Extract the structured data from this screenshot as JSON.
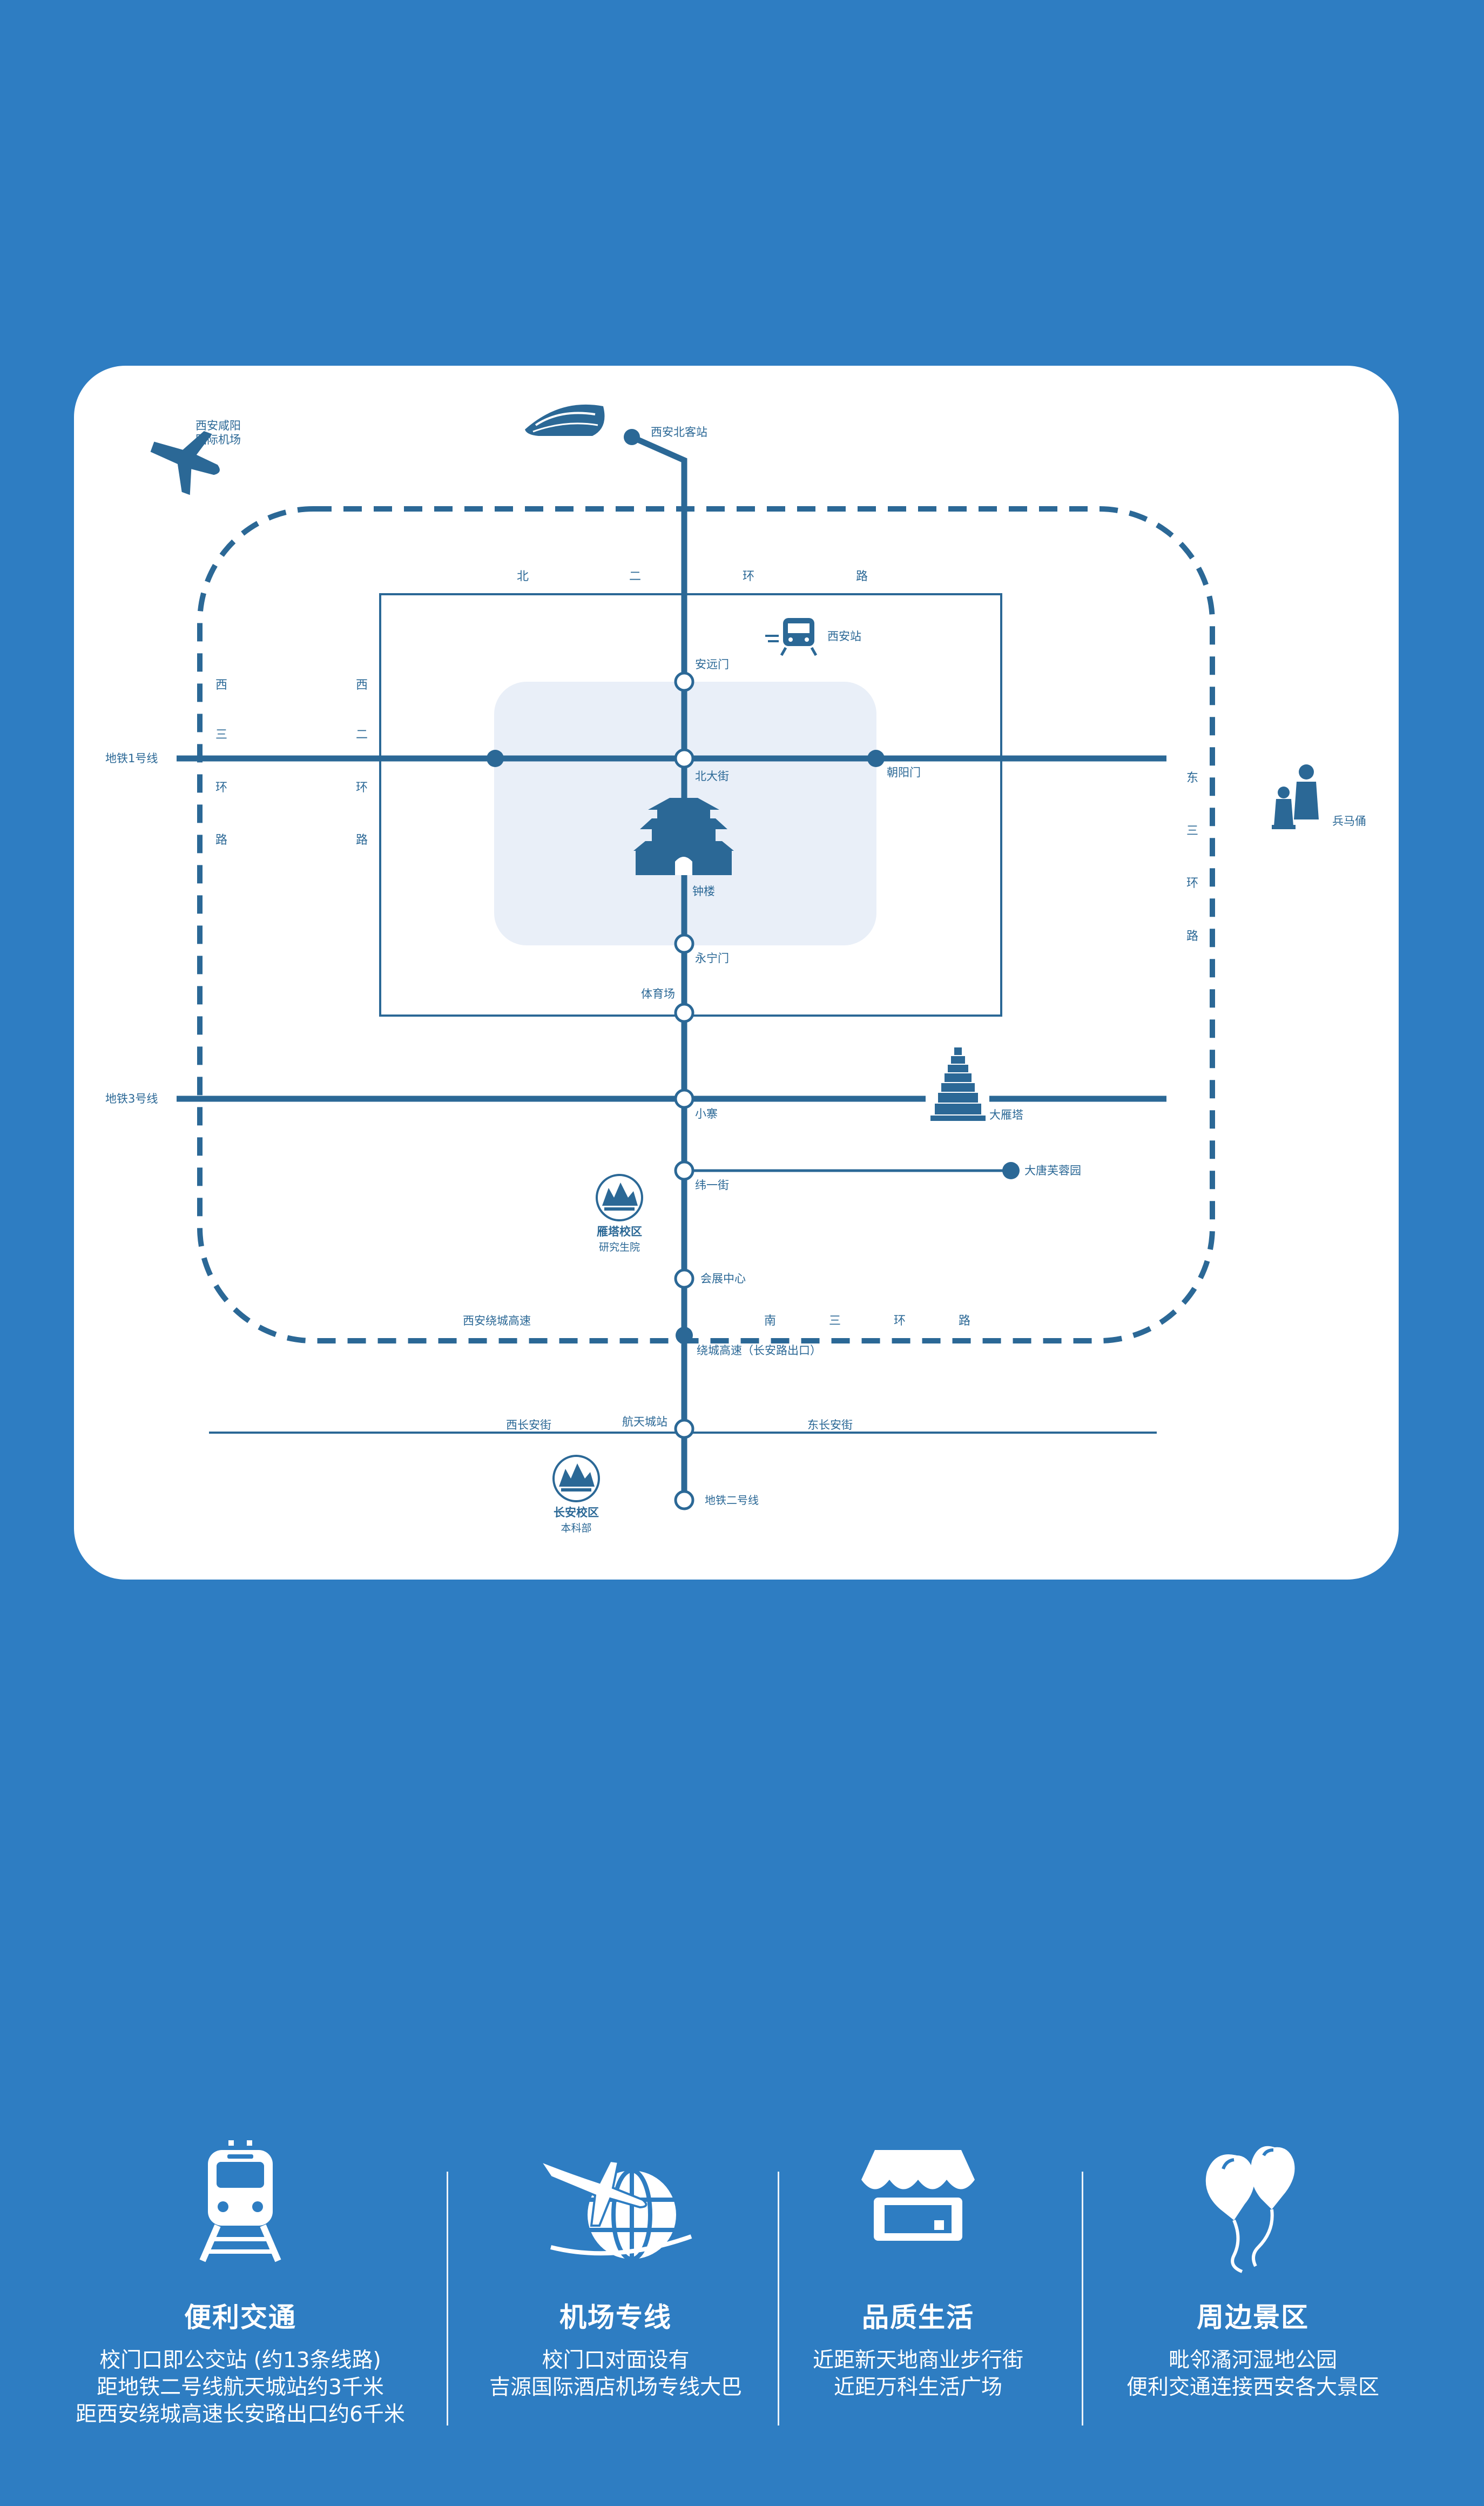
{
  "map": {
    "airport": "西安咸阳\n国际机场",
    "north_station": "西安北客站",
    "xian_station": "西安站",
    "north_ring": [
      "北",
      "二",
      "环",
      "路"
    ],
    "west_third_ring": [
      "西",
      "三",
      "环",
      "路"
    ],
    "west_second_ring": [
      "西",
      "二",
      "环",
      "路"
    ],
    "east_third_ring": [
      "东",
      "三",
      "环",
      "路"
    ],
    "south_third_ring": [
      "南",
      "三",
      "环",
      "路"
    ],
    "metro1": "地铁1号线",
    "metro3": "地铁3号线",
    "anyuanmen": "安远门",
    "beidajie": "北大街",
    "chaoyangmen": "朝阳门",
    "zhonglou": "钟楼",
    "yongningmen": "永宁门",
    "tiyuchang": "体育场",
    "xiaozhai": "小寨",
    "dayanta": "大雁塔",
    "weiyijie": "纬一街",
    "datang": "大唐芙蓉园",
    "yanta_campus": "雁塔校区",
    "yanta_sub": "研究生院",
    "huizhan": "会展中心",
    "raocheng": "西安绕城高速",
    "raocheng_exit": "绕城高速（长安路出口）",
    "hangtiancheng": "航天城站",
    "xichangan": "西长安街",
    "dongchangan": "东长安街",
    "changan_campus": "长安校区",
    "changan_sub": "本科部",
    "metro2": "地铁二号线",
    "terracotta": "兵马俑"
  },
  "features": [
    {
      "icon": "train-icon",
      "title": "便利交通",
      "lines": [
        "校门口即公交站 (约13条线路)",
        "距地铁二号线航天城站约3千米",
        "距西安绕城高速长安路出口约6千米"
      ]
    },
    {
      "icon": "airplane-globe-icon",
      "title": "机场专线",
      "lines": [
        "校门口对面设有",
        "吉源国际酒店机场专线大巴"
      ]
    },
    {
      "icon": "storefront-icon",
      "title": "品质生活",
      "lines": [
        "近距新天地商业步行街",
        "近距万科生活广场"
      ]
    },
    {
      "icon": "balloons-icon",
      "title": "周边景区",
      "lines": [
        "毗邻潏河湿地公园",
        "便利交通连接西安各大景区"
      ]
    }
  ]
}
